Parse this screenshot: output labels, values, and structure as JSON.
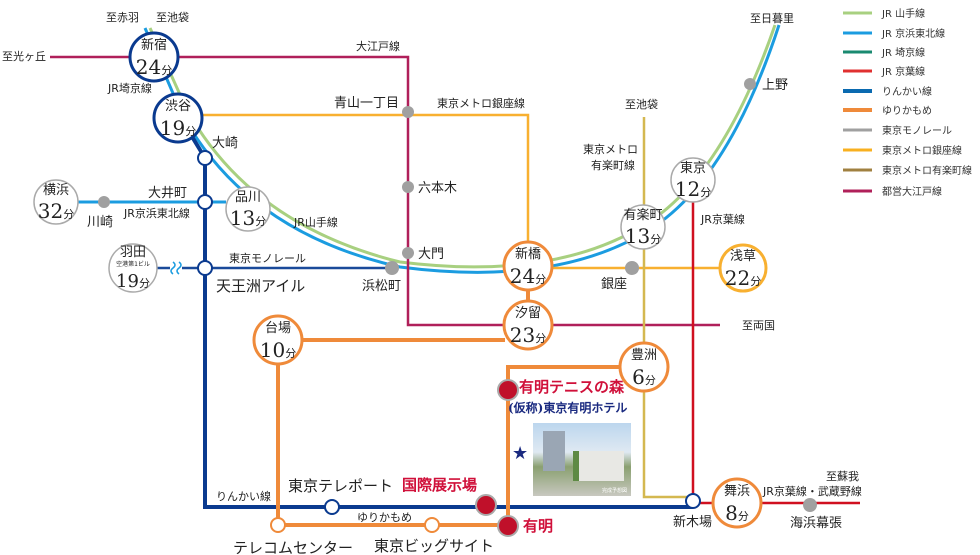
{
  "unit": "分",
  "legend": [
    {
      "label": "JR 山手線",
      "color": "#a8d080"
    },
    {
      "label": "JR 京浜東北線",
      "color": "#1b9ce0"
    },
    {
      "label": "JR 埼京線",
      "color": "#1a8a70"
    },
    {
      "label": "JR 京葉線",
      "color": "#e03030"
    },
    {
      "label": "りんかい線",
      "color": "#0a6ab0"
    },
    {
      "label": "ゆりかもめ",
      "color": "#ef8a3a"
    },
    {
      "label": "東京モノレール",
      "color": "#a0a0a0"
    },
    {
      "label": "東京メトロ銀座線",
      "color": "#f8b020"
    },
    {
      "label": "東京メトロ有楽町線",
      "color": "#a08040"
    },
    {
      "label": "都営大江戸線",
      "color": "#b0205a"
    }
  ],
  "hubs": {
    "shinjuku": {
      "name": "新宿",
      "min": "24"
    },
    "shibuya": {
      "name": "渋谷",
      "min": "19"
    },
    "shinagawa": {
      "name": "品川",
      "min": "13"
    },
    "yokohama": {
      "name": "横浜",
      "min": "32"
    },
    "haneda": {
      "name": "羽田",
      "sub": "空港第1ビル",
      "min": "19"
    },
    "shimbashi": {
      "name": "新橋",
      "min": "24"
    },
    "shiodome": {
      "name": "汐留",
      "min": "23"
    },
    "yurakucho": {
      "name": "有楽町",
      "min": "13"
    },
    "tokyo": {
      "name": "東京",
      "min": "12"
    },
    "asakusa": {
      "name": "浅草",
      "min": "22"
    },
    "daiba": {
      "name": "台場",
      "min": "10"
    },
    "toyosu": {
      "name": "豊洲",
      "min": "6"
    },
    "maihama": {
      "name": "舞浜",
      "min": "8"
    }
  },
  "stations": {
    "osaki": "大崎",
    "oimachi": "大井町",
    "kawasaki": "川崎",
    "tennozu": "天王洲アイル",
    "hamamatsucho": "浜松町",
    "aoyama": "青山一丁目",
    "roppongi": "六本木",
    "daimon": "大門",
    "ginza": "銀座",
    "ueno": "上野",
    "teleport": "東京テレポート",
    "kokusai": "国際展示場",
    "ariake": "有明",
    "tennis": "有明テニスの森",
    "telecom": "テレコムセンター",
    "bigsight": "東京ビッグサイト",
    "shinkiba": "新木場",
    "makuhari": "海浜幕張"
  },
  "labels": {
    "akabane": "至赤羽",
    "ikebukuro": "至池袋",
    "hikarigaoka": "至光ヶ丘",
    "oedo": "大江戸線",
    "saikyo": "JR埼京線",
    "ginza_line": "東京メトロ銀座線",
    "keihin": "JR京浜東北線",
    "yamanote": "JR山手線",
    "monorail": "東京モノレール",
    "nippori": "至日暮里",
    "ikebukuro2": "至池袋",
    "yurakucho_line1": "東京メトロ",
    "yurakucho_line2": "有楽町線",
    "keiyo": "JR京葉線",
    "ryogoku": "至両国",
    "rinkai": "りんかい線",
    "yurikamome": "ゆりかもめ",
    "soga": "至蘇我",
    "keiyo_musashino": "JR京葉線・武蔵野線"
  },
  "hotel": "(仮称)東京有明ホテル",
  "photo_caption": "完成予想図"
}
